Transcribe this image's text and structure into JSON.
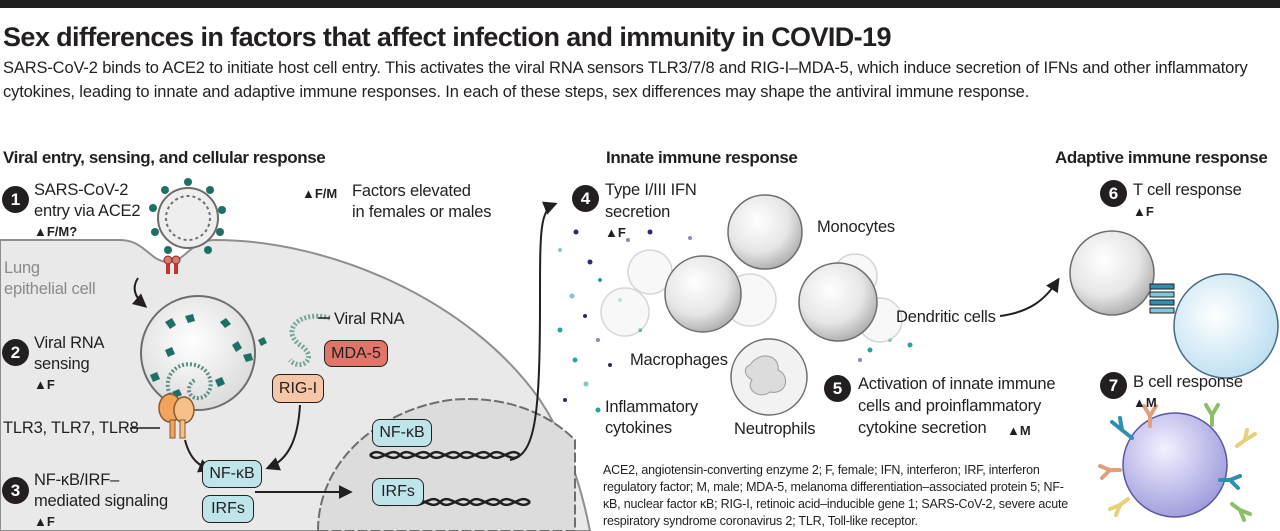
{
  "title": "Sex differences in factors that affect infection and immunity in COVID-19",
  "subtitle": "SARS-CoV-2 binds to ACE2 to initiate host cell entry. This activates the viral RNA sensors TLR3/7/8 and RIG-I–MDA-5, which induce secretion of IFNs and other inflammatory cytokines, leading to innate and adaptive immune responses. In each of these steps, sex differences may shape the antiviral immune response.",
  "sections": {
    "viral_entry": "Viral entry, sensing, and cellular response",
    "innate": "Innate immune response",
    "adaptive": "Adaptive immune response"
  },
  "legend": {
    "marker": "▲F/M",
    "text_1": "Factors elevated",
    "text_2": "in females or males"
  },
  "steps": [
    {
      "number": "1",
      "line_1": "SARS-CoV-2",
      "line_2": "entry via ACE2",
      "flag": "▲F/M?"
    },
    {
      "number": "2",
      "line_1": "Viral RNA",
      "line_2": "sensing",
      "flag": "▲F"
    },
    {
      "number": "3",
      "line_1": "NF-κB/IRF–",
      "line_2": "mediated signaling",
      "flag": "▲F"
    },
    {
      "number": "4",
      "line_1": "Type I/III IFN",
      "line_2": "secretion",
      "flag": "▲F"
    },
    {
      "number": "5",
      "line_1": "Activation of innate immune",
      "line_2": "cells and proinflammatory",
      "line_3": "cytokine secretion",
      "flag": "▲M"
    },
    {
      "number": "6",
      "line_1": "T cell response",
      "flag": "▲F"
    },
    {
      "number": "7",
      "line_1": "B cell response",
      "flag": "▲M"
    }
  ],
  "labels": {
    "lung_1": "Lung",
    "lung_2": "epithelial cell",
    "viral_rna": "Viral RNA",
    "tlrs": "TLR3, TLR7, TLR8",
    "mda5": "MDA-5",
    "rigi": "RIG-I",
    "nfkb": "NF-κB",
    "irfs": "IRFs",
    "nucleus_nfkb": "NF-κB",
    "nucleus_irfs": "IRFs",
    "monocytes": "Monocytes",
    "macrophages": "Macrophages",
    "dendritic": "Dendritic cells",
    "neutrophils": "Neutrophils",
    "cytokines_1": "Inflammatory",
    "cytokines_2": "cytokines"
  },
  "footnote": "ACE2, angiotensin-converting enzyme 2; F, female; IFN, interferon; IRF, interferon regulatory factor; M, male; MDA-5, melanoma differentiation–associated protein 5; NF-κB, nuclear factor κB; RIG-I, retinoic acid–inducible gene 1; SARS-CoV-2, severe acute respiratory syndrome coronavirus 2; TLR, Toll-like receptor.",
  "colors": {
    "teal": "#bfe4ea",
    "salmon": "#e0766a",
    "peach": "#f6c6a8",
    "cell_gray": "#ececec",
    "virus_green": "#1f6f66",
    "b_cell_purple": "#a8a6e0",
    "t_cell_blue": "#bfe0f2"
  }
}
